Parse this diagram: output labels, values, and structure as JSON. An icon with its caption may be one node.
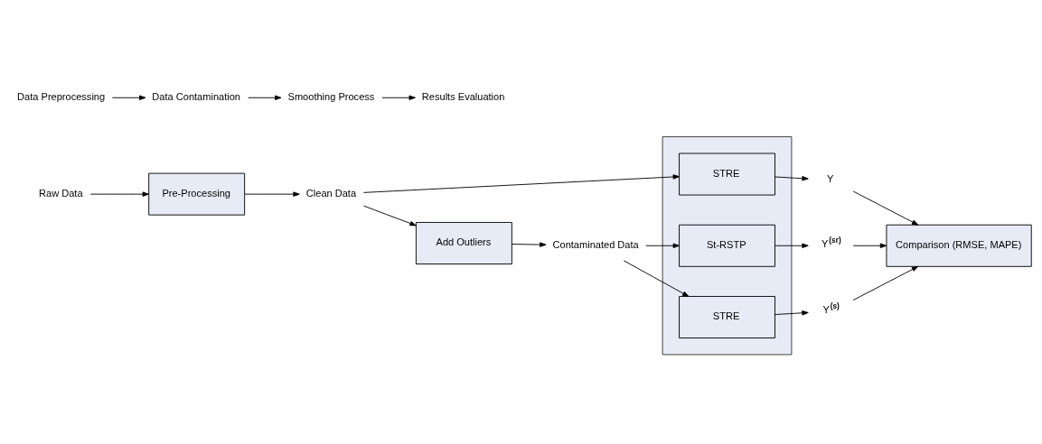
{
  "diagram": {
    "nodes": [
      {
        "text": [
          "Raw Data"
        ]
      },
      {
        "text": [
          "Pre-Processing"
        ]
      },
      {
        "text": [
          "Clean Data"
        ]
      },
      {
        "text": [
          "Add Outliers"
        ]
      },
      {
        "text": [
          "Contaminated Data"
        ]
      },
      {
        "text": [],
        "shape": "box"
      },
      {
        "text": [
          "STRE"
        ],
        "in": 5
      },
      {
        "text": [
          "St-RSTP"
        ],
        "in": 5
      },
      {
        "text": [
          "STRE"
        ],
        "in": 5
      },
      {
        "text": [
          "Y"
        ]
      },
      {
        "text": [
          "Y$^{(sr)}$"
        ]
      },
      {
        "text": [
          "Y$^{(s)}$"
        ]
      },
      {
        "text": [
          "Comparison (RMSE, MAPE)"
        ]
      },
      {
        "text": [
          "Data Preprocessing"
        ]
      },
      {
        "text": [
          "Data Contamination"
        ]
      },
      {
        "text": [
          "Smoothing Process"
        ]
      },
      {
        "text": [
          "Results Evaluation"
        ]
      }
    ],
    "edges": [
      {
        "from": 0,
        "to": 1,
        "arrow": "to"
      },
      {
        "from": 1,
        "to": 2,
        "arrow": "to"
      },
      {
        "from": 2,
        "to": 3,
        "arrow": "to"
      },
      {
        "from": 3,
        "to": 4,
        "arrow": "to"
      },
      {
        "from": 2,
        "to": 6,
        "arrow": "to"
      },
      {
        "from": 4,
        "to": 7,
        "arrow": "to"
      },
      {
        "from": 4,
        "to": 8,
        "arrow": "to"
      },
      {
        "from": 6,
        "to": 9,
        "arrow": "to"
      },
      {
        "from": 7,
        "to": 10,
        "arrow": "to"
      },
      {
        "from": 8,
        "to": 11,
        "arrow": "to"
      },
      {
        "from": 9,
        "to": 12,
        "arrow": "to"
      },
      {
        "from": 10,
        "to": 12,
        "arrow": "to"
      },
      {
        "from": 11,
        "to": 12,
        "arrow": "to"
      },
      {
        "from": 13,
        "to": 14,
        "arrow": "to"
      },
      {
        "from": 14,
        "to": 15,
        "arrow": "to"
      },
      {
        "from": 15,
        "to": 16,
        "arrow": "to"
      }
    ]
  }
}
